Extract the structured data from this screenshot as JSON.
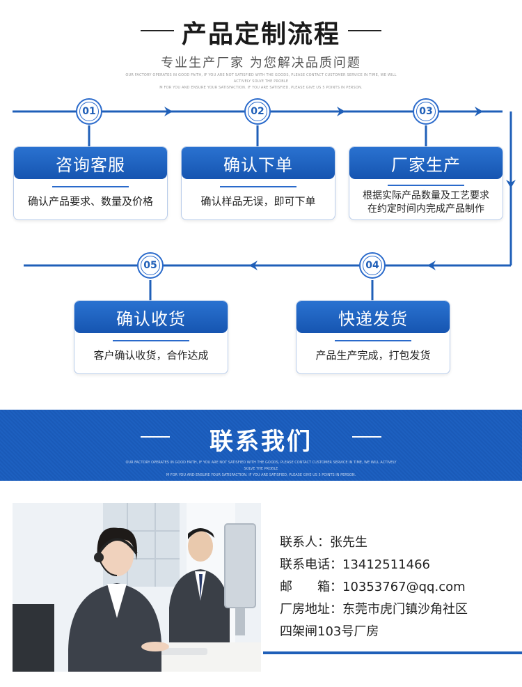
{
  "header": {
    "title": "产品定制流程",
    "subtitle": "专业生产厂家 为您解决品质问题",
    "fine_print_1": "OUR FACTORY OPERATES IN GOOD FAITH, IF YOU ARE NOT SATISFIED WITH THE GOODS, PLEASE CONTACT CUSTOMER SERVICE IN TIME, WE WILL ACTIVELY SOLVE THE PROBLE",
    "fine_print_2": "M FOR YOU AND ENSURE YOUR SATISFACTION. IF YOU ARE SATISFIED, PLEASE GIVE US 5 POINTS IN PERSON."
  },
  "steps": [
    {
      "num": "01",
      "title": "咨询客服",
      "desc": "确认产品要求、数量及价格"
    },
    {
      "num": "02",
      "title": "确认下单",
      "desc": "确认样品无误，即可下单"
    },
    {
      "num": "03",
      "title": "厂家生产",
      "desc": "根据实际产品数量及工艺要求\n在约定时间内完成产品制作"
    },
    {
      "num": "04",
      "title": "快递发货",
      "desc": "产品生产完成，打包发货"
    },
    {
      "num": "05",
      "title": "确认收货",
      "desc": "客户确认收货，合作达成"
    }
  ],
  "contact": {
    "title": "联系我们",
    "fine_print_1": "OUR FACTORY OPERATES IN GOOD FAITH, IF YOU ARE NOT SATISFIED WITH THE GOODS, PLEASE CONTACT CUSTOMER SERVICE IN TIME, WE WILL ACTIVELY SOLVE THE PROBLE",
    "fine_print_2": "M FOR YOU AND ENSURE YOUR SATISFACTION. IF YOU ARE SATISFIED, PLEASE GIVE US 5 POINTS IN PERSON.",
    "lines": [
      "联系人：张先生",
      "联系电话：13412511466",
      "邮　　箱：10353767@qq.com",
      "厂房地址：东莞市虎门镇沙角社区",
      "四架闸103号厂房"
    ]
  },
  "colors": {
    "primary": "#1f5fb8",
    "accent": "#2a6acb",
    "banner": "#1a5ab8"
  },
  "icons": {
    "flow_arrow": "chevron-right-icon",
    "flow_arrow_back": "chevron-left-icon",
    "flow_arrow_down": "chevron-down-icon"
  }
}
